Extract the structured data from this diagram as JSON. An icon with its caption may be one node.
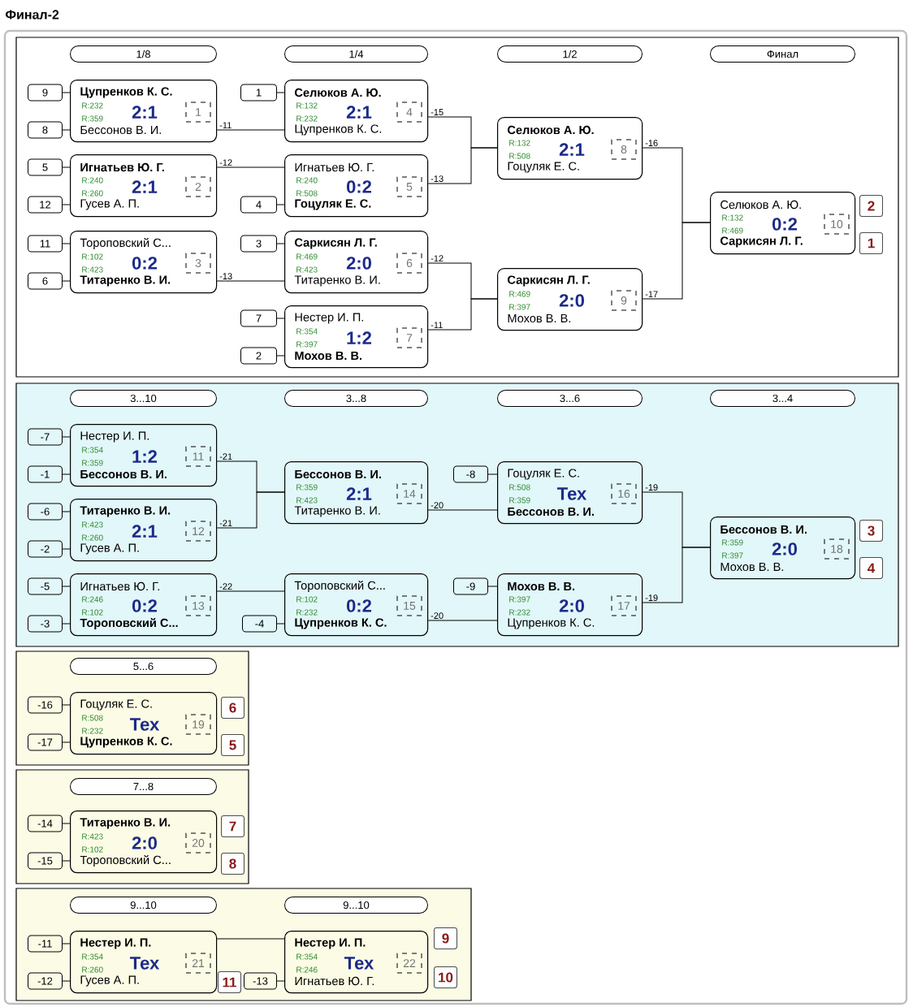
{
  "diagram": {
    "title": "Финал-2",
    "nodes": [
      {
        "text": [],
        "shape": "box"
      },
      {
        "text": [
          "1/8"
        ],
        "in": 0
      },
      {
        "text": [
          "1/4"
        ],
        "in": 0
      },
      {
        "text": [
          "1/2"
        ],
        "in": 0
      },
      {
        "text": [
          "Финал"
        ],
        "in": 0
      },
      {
        "text": [
          "9"
        ],
        "in": 0
      },
      {
        "text": [
          "8"
        ],
        "in": 0
      },
      {
        "text": [
          "Цупренков К. С.",
          "R:232",
          "R:359",
          "2:1",
          "1",
          "Бессонов В. И."
        ],
        "in": 0
      },
      {
        "text": [
          "5"
        ],
        "in": 0
      },
      {
        "text": [
          "12"
        ],
        "in": 0
      },
      {
        "text": [
          "Игнатьев Ю. Г.",
          "R:240",
          "R:260",
          "2:1",
          "2",
          "Гусев А. П."
        ],
        "in": 0
      },
      {
        "text": [
          "11"
        ],
        "in": 0
      },
      {
        "text": [
          "6"
        ],
        "in": 0
      },
      {
        "text": [
          "Тороповский С...",
          "R:102",
          "R:423",
          "0:2",
          "3",
          "Титаренко В. И."
        ],
        "in": 0
      },
      {
        "text": [
          "1"
        ],
        "in": 0
      },
      {
        "text": [
          "Селюков А. Ю.",
          "R:132",
          "R:232",
          "2:1",
          "4",
          "Цупренков К. С."
        ],
        "in": 0
      },
      {
        "text": [
          "Игнатьев Ю. Г.",
          "R:240",
          "R:508",
          "0:2",
          "5",
          "Гоцуляк Е. С."
        ],
        "in": 0
      },
      {
        "text": [
          "4"
        ],
        "in": 0
      },
      {
        "text": [
          "3"
        ],
        "in": 0
      },
      {
        "text": [
          "Саркисян Л. Г.",
          "R:469",
          "R:423",
          "2:0",
          "6",
          "Титаренко В. И."
        ],
        "in": 0
      },
      {
        "text": [
          "7"
        ],
        "in": 0
      },
      {
        "text": [
          "2"
        ],
        "in": 0
      },
      {
        "text": [
          "Нестер И. П.",
          "R:354",
          "R:397",
          "1:2",
          "7",
          "Мохов В. В."
        ],
        "in": 0
      },
      {
        "text": [
          "Селюков А. Ю.",
          "R:132",
          "R:508",
          "2:1",
          "8",
          "Гоцуляк Е. С."
        ],
        "in": 0
      },
      {
        "text": [
          "Саркисян Л. Г.",
          "R:469",
          "R:397",
          "2:0",
          "9",
          "Мохов В. В."
        ],
        "in": 0
      },
      {
        "text": [
          "Селюков А. Ю.",
          "R:132",
          "R:469",
          "0:2",
          "10",
          "Саркисян Л. Г."
        ],
        "in": 0
      },
      {
        "text": [
          "2"
        ],
        "in": 0
      },
      {
        "text": [
          "1"
        ],
        "in": 0
      },
      {
        "text": [],
        "shape": "box"
      },
      {
        "text": [
          "3...10"
        ],
        "in": 28
      },
      {
        "text": [
          "3...8"
        ],
        "in": 28
      },
      {
        "text": [
          "3...6"
        ],
        "in": 28
      },
      {
        "text": [
          "3...4"
        ],
        "in": 28
      },
      {
        "text": [
          "-7"
        ],
        "in": 28
      },
      {
        "text": [
          "-1"
        ],
        "in": 28
      },
      {
        "text": [
          "Нестер И. П.",
          "R:354",
          "R:359",
          "1:2",
          "11",
          "Бессонов В. И."
        ],
        "in": 28
      },
      {
        "text": [
          "-6"
        ],
        "in": 28
      },
      {
        "text": [
          "-2"
        ],
        "in": 28
      },
      {
        "text": [
          "Титаренко В. И.",
          "R:423",
          "R:260",
          "2:1",
          "12",
          "Гусев А. П."
        ],
        "in": 28
      },
      {
        "text": [
          "-5"
        ],
        "in": 28
      },
      {
        "text": [
          "-3"
        ],
        "in": 28
      },
      {
        "text": [
          "Игнатьев Ю. Г.",
          "R:246",
          "R:102",
          "0:2",
          "13",
          "Тороповский С..."
        ],
        "in": 28
      },
      {
        "text": [
          "Бессонов В. И.",
          "R:359",
          "R:423",
          "2:1",
          "14",
          "Титаренко В. И."
        ],
        "in": 28
      },
      {
        "text": [
          "Тороповский С...",
          "R:102",
          "R:232",
          "0:2",
          "15",
          "Цупренков К. С."
        ],
        "in": 28
      },
      {
        "text": [
          "-4"
        ],
        "in": 28
      },
      {
        "text": [
          "-8"
        ],
        "in": 28
      },
      {
        "text": [
          "Гоцуляк Е. С.",
          "R:508",
          "R:359",
          "Тех",
          "16",
          "Бессонов В. И."
        ],
        "in": 28
      },
      {
        "text": [
          "-9"
        ],
        "in": 28
      },
      {
        "text": [
          "Мохов В. В.",
          "R:397",
          "R:232",
          "2:0",
          "17",
          "Цупренков К. С."
        ],
        "in": 28
      },
      {
        "text": [
          "Бессонов В. И.",
          "R:359",
          "R:397",
          "2:0",
          "18",
          "Мохов В. В."
        ],
        "in": 28
      },
      {
        "text": [
          "3"
        ],
        "in": 28
      },
      {
        "text": [
          "4"
        ],
        "in": 28
      },
      {
        "text": [],
        "shape": "box"
      },
      {
        "text": [
          "5...6"
        ],
        "in": 52
      },
      {
        "text": [
          "-16"
        ],
        "in": 52
      },
      {
        "text": [
          "-17"
        ],
        "in": 52
      },
      {
        "text": [
          "Гоцуляк Е. С.",
          "R:508",
          "R:232",
          "Тех",
          "19",
          "Цупренков К. С."
        ],
        "in": 52
      },
      {
        "text": [
          "6"
        ],
        "in": 52
      },
      {
        "text": [
          "5"
        ],
        "in": 52
      },
      {
        "text": [],
        "shape": "box"
      },
      {
        "text": [
          "7...8"
        ],
        "in": 59
      },
      {
        "text": [
          "-14"
        ],
        "in": 59
      },
      {
        "text": [
          "-15"
        ],
        "in": 59
      },
      {
        "text": [
          "Титаренко В. И.",
          "R:423",
          "R:102",
          "2:0",
          "20",
          "Тороповский С..."
        ],
        "in": 59
      },
      {
        "text": [
          "7"
        ],
        "in": 59
      },
      {
        "text": [
          "8"
        ],
        "in": 59
      },
      {
        "text": [],
        "shape": "box"
      },
      {
        "text": [
          "9...10"
        ],
        "in": 66
      },
      {
        "text": [
          "9...10"
        ],
        "in": 66
      },
      {
        "text": [
          "-11"
        ],
        "in": 66
      },
      {
        "text": [
          "-12"
        ],
        "in": 66
      },
      {
        "text": [
          "Нестер И. П.",
          "R:354",
          "R:260",
          "Тех",
          "21",
          "Гусев А. П."
        ],
        "in": 66
      },
      {
        "text": [
          "11"
        ],
        "in": 66
      },
      {
        "text": [
          "Нестер И. П.",
          "R:354",
          "R:246",
          "Тех",
          "22",
          "Игнатьев Ю. Г."
        ],
        "in": 66
      },
      {
        "text": [
          "-13"
        ],
        "in": 66
      },
      {
        "text": [
          "9"
        ],
        "in": 66
      },
      {
        "text": [
          "10"
        ],
        "in": 66
      }
    ],
    "edges": [
      {
        "from": 5,
        "to": 7,
        "arrow": "none"
      },
      {
        "from": 6,
        "to": 7,
        "arrow": "none"
      },
      {
        "from": 8,
        "to": 10,
        "arrow": "none"
      },
      {
        "from": 9,
        "to": 10,
        "arrow": "none"
      },
      {
        "from": 11,
        "to": 13,
        "arrow": "none"
      },
      {
        "from": 12,
        "to": 13,
        "arrow": "none"
      },
      {
        "from": 14,
        "to": 15,
        "arrow": "none"
      },
      {
        "from": 7,
        "to": 15,
        "arrow": "none",
        "label": "-11"
      },
      {
        "from": 10,
        "to": 16,
        "arrow": "none",
        "label": "-12"
      },
      {
        "from": 17,
        "to": 16,
        "arrow": "none"
      },
      {
        "from": 18,
        "to": 19,
        "arrow": "none"
      },
      {
        "from": 13,
        "to": 19,
        "arrow": "none",
        "label": "-13"
      },
      {
        "from": 20,
        "to": 22,
        "arrow": "none"
      },
      {
        "from": 21,
        "to": 22,
        "arrow": "none"
      },
      {
        "from": 15,
        "to": 23,
        "arrow": "none",
        "label": "-15"
      },
      {
        "from": 16,
        "to": 23,
        "arrow": "none",
        "label": "-13"
      },
      {
        "from": 19,
        "to": 24,
        "arrow": "none",
        "label": "-12"
      },
      {
        "from": 22,
        "to": 24,
        "arrow": "none",
        "label": "-11"
      },
      {
        "from": 23,
        "to": 25,
        "arrow": "none",
        "label": "-16"
      },
      {
        "from": 24,
        "to": 25,
        "arrow": "none",
        "label": "-17"
      },
      {
        "from": 33,
        "to": 35,
        "arrow": "none"
      },
      {
        "from": 34,
        "to": 35,
        "arrow": "none"
      },
      {
        "from": 36,
        "to": 38,
        "arrow": "none"
      },
      {
        "from": 37,
        "to": 38,
        "arrow": "none"
      },
      {
        "from": 39,
        "to": 41,
        "arrow": "none"
      },
      {
        "from": 40,
        "to": 41,
        "arrow": "none"
      },
      {
        "from": 35,
        "to": 42,
        "arrow": "none",
        "label": "-21"
      },
      {
        "from": 38,
        "to": 42,
        "arrow": "none",
        "label": "-21"
      },
      {
        "from": 41,
        "to": 43,
        "arrow": "none",
        "label": "-22"
      },
      {
        "from": 44,
        "to": 43,
        "arrow": "none"
      },
      {
        "from": 45,
        "to": 46,
        "arrow": "none"
      },
      {
        "from": 42,
        "to": 46,
        "arrow": "none",
        "label": "-20"
      },
      {
        "from": 47,
        "to": 48,
        "arrow": "none"
      },
      {
        "from": 43,
        "to": 48,
        "arrow": "none",
        "label": "-20"
      },
      {
        "from": 46,
        "to": 49,
        "arrow": "none",
        "label": "-19"
      },
      {
        "from": 48,
        "to": 49,
        "arrow": "none",
        "label": "-19"
      },
      {
        "from": 54,
        "to": 56,
        "arrow": "none"
      },
      {
        "from": 55,
        "to": 56,
        "arrow": "none"
      },
      {
        "from": 61,
        "to": 63,
        "arrow": "none"
      },
      {
        "from": 62,
        "to": 63,
        "arrow": "none"
      },
      {
        "from": 69,
        "to": 71,
        "arrow": "none"
      },
      {
        "from": 70,
        "to": 71,
        "arrow": "none"
      },
      {
        "from": 71,
        "to": 73,
        "arrow": "none"
      },
      {
        "from": 74,
        "to": 73,
        "arrow": "none"
      }
    ]
  }
}
